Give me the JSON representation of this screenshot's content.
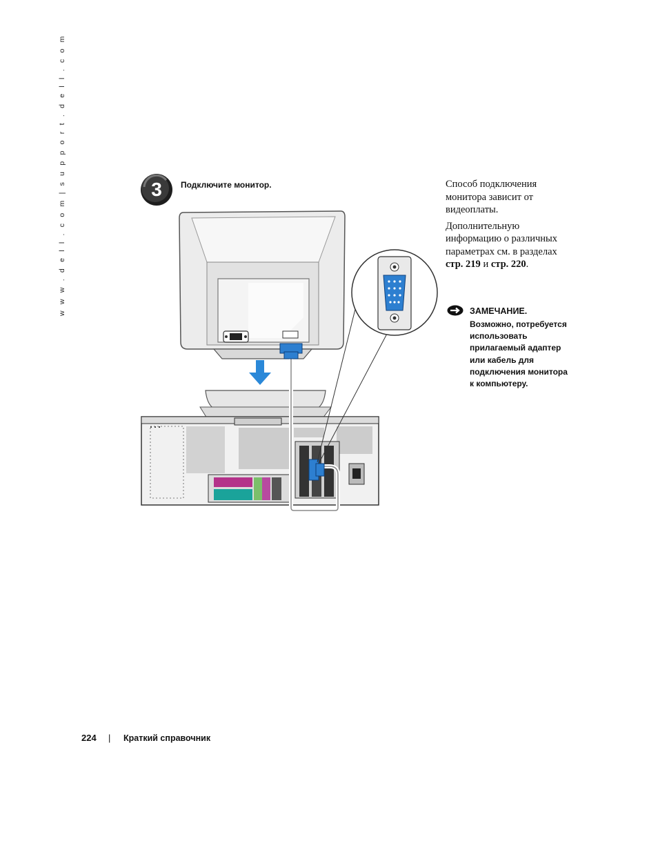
{
  "side_url": "w w w . d e l l . c o m  |  s u p p o r t . d e l l . c o m",
  "step": {
    "number": "3",
    "title": "Подключите монитор."
  },
  "body": {
    "para1": "Способ подключения монитора зависит от видеоплаты.",
    "para2_prefix": "Дополнительную информацию о различных параметрах см. в разделах ",
    "ref1": "стр. 219",
    "conj": " и ",
    "ref2": "стр. 220",
    "period": "."
  },
  "notice": {
    "title": "ЗАМЕЧАНИЕ.",
    "text": "Возможно, потребуется использовать прилагаемый адаптер или кабель для подключения монитора к компьютеру."
  },
  "footer": {
    "page_number": "224",
    "separator": "|",
    "section_title": "Краткий справочник"
  },
  "icons": {
    "step_badge": "step-number-circle",
    "notice": "notice-icon",
    "figure": "monitor-connection-illustration"
  },
  "colors": {
    "connector_blue": "#2d7fd0",
    "arrow_blue": "#2a88d8",
    "badge_dark": "#2b2b2b"
  }
}
